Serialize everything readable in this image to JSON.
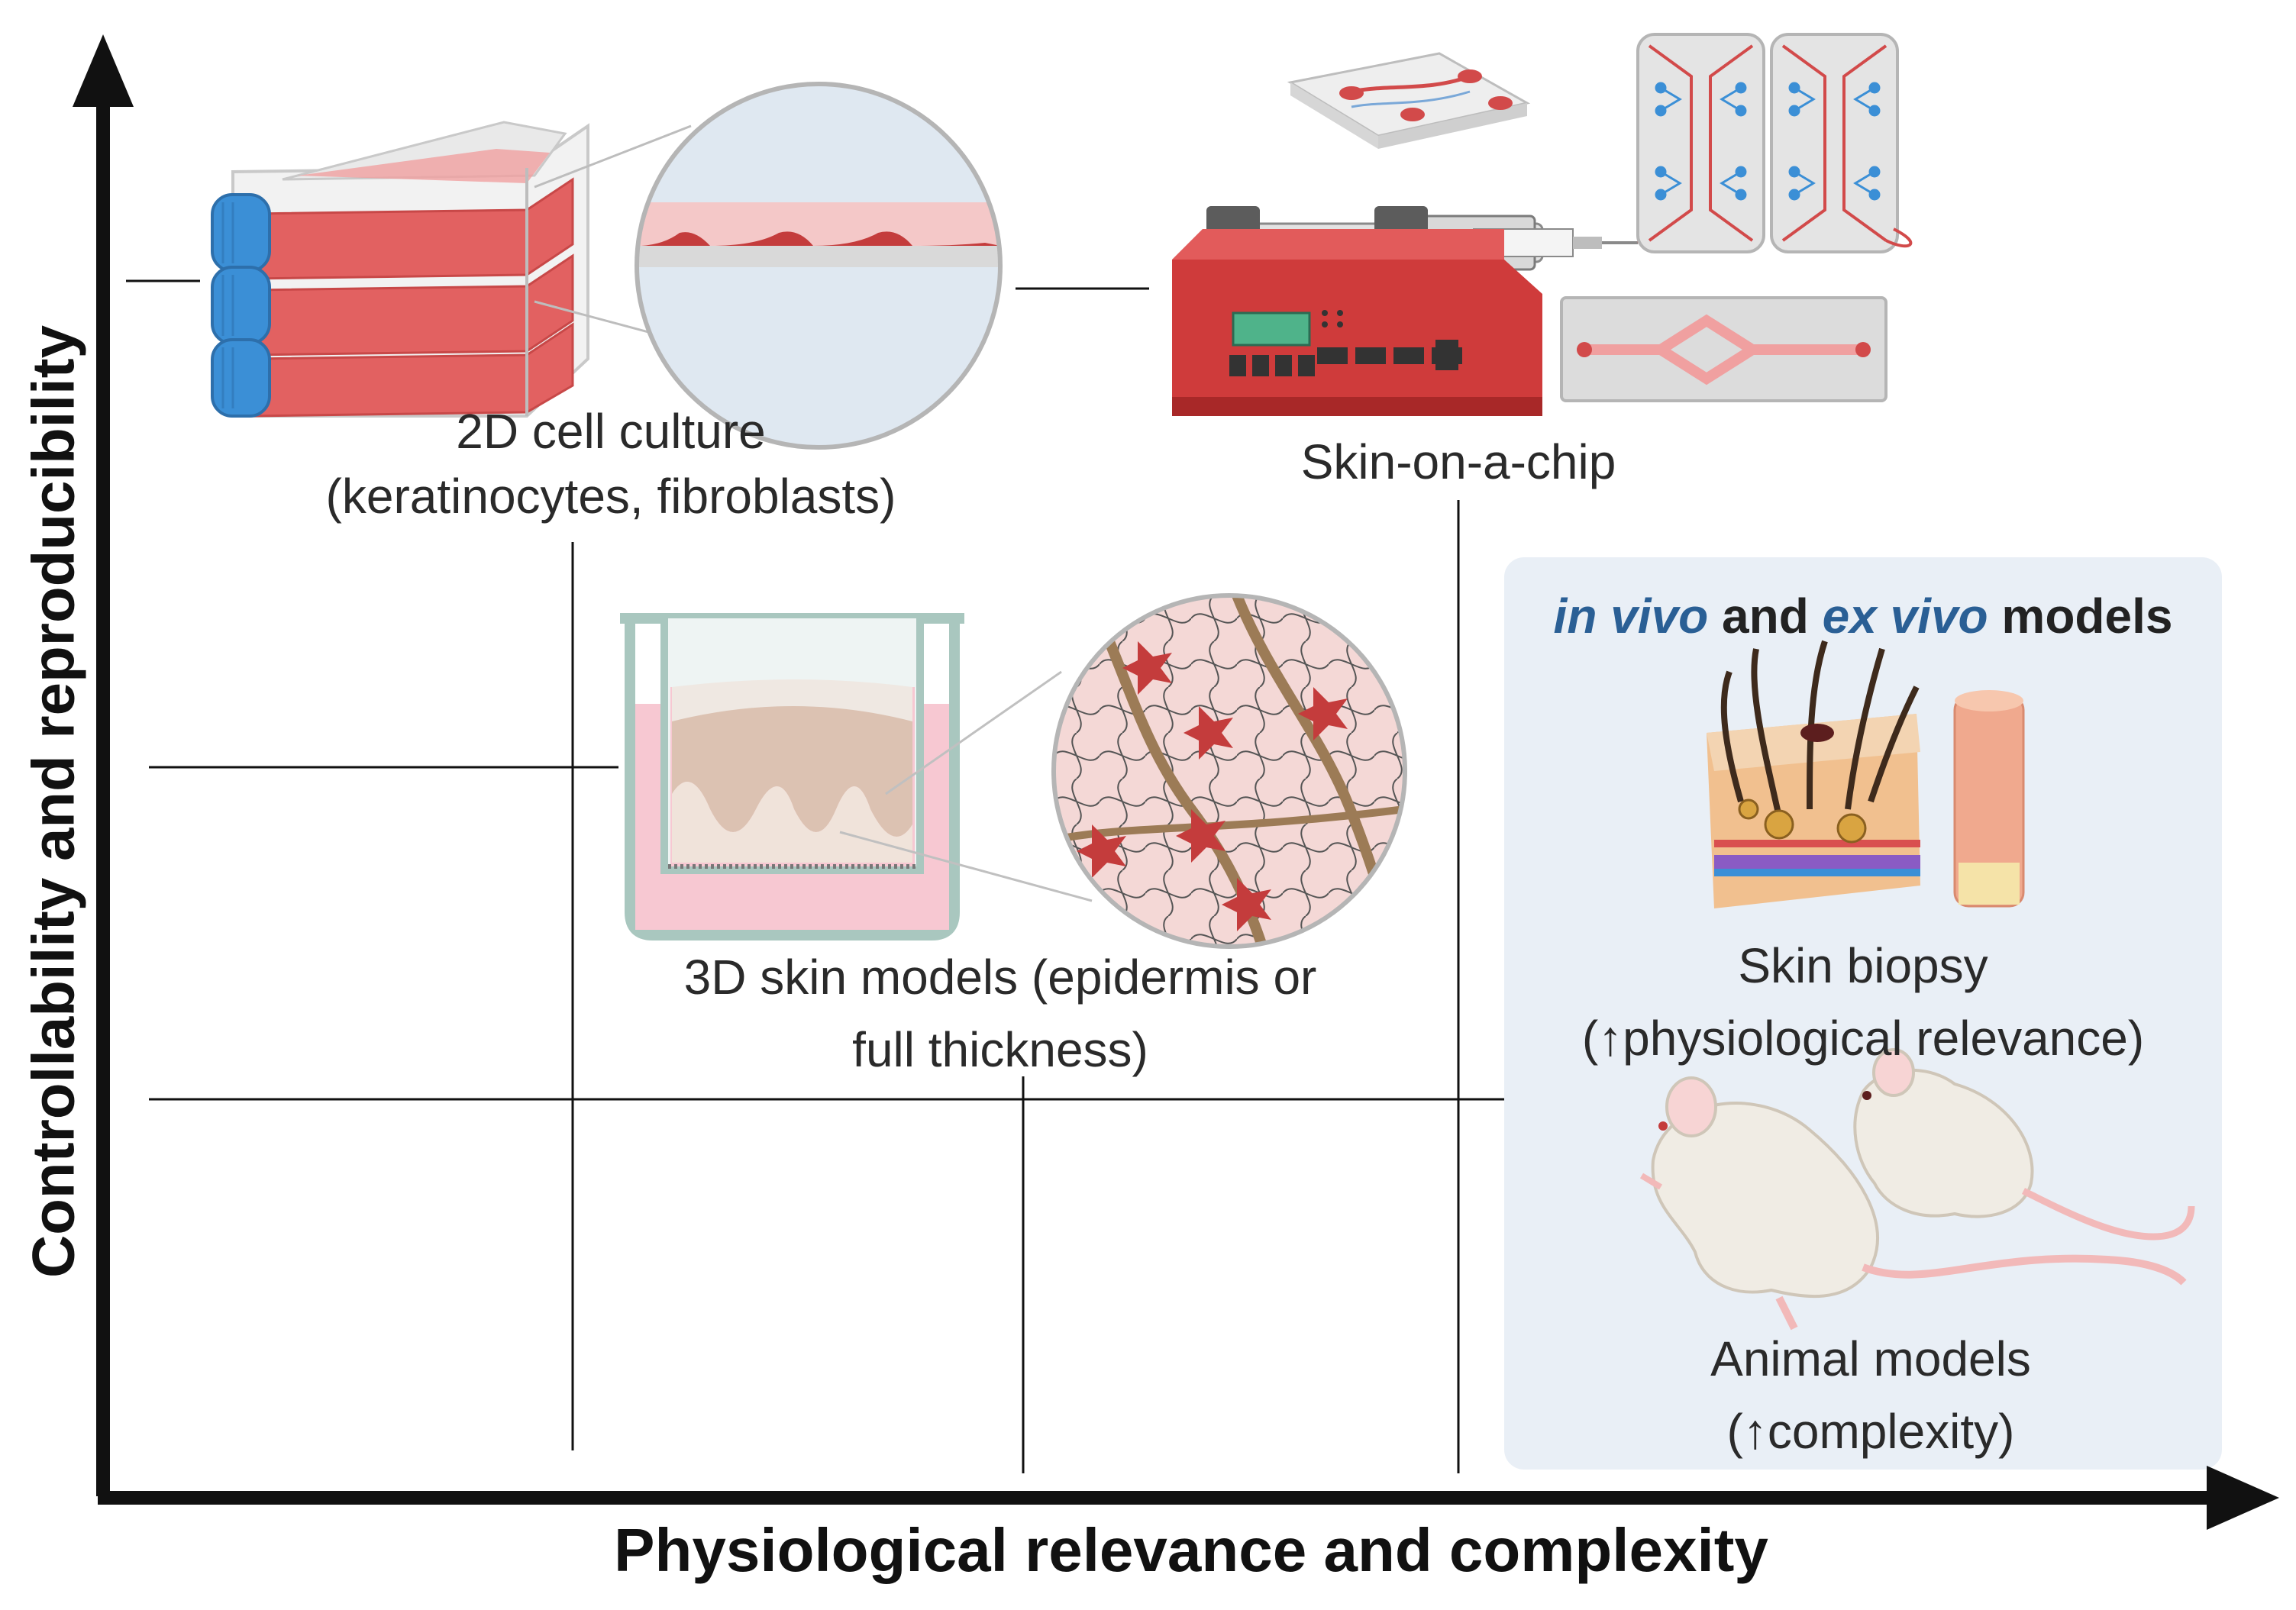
{
  "axes": {
    "x_label": "Physiological relevance and complexity",
    "y_label": "Controllability and reproducibility"
  },
  "models": {
    "cell_culture_2d": {
      "line1": "2D cell culture",
      "line2": "(keratinocytes, fibroblasts)"
    },
    "skin_on_chip": {
      "line1": "Skin-on-a-chip"
    },
    "skin_models_3d": {
      "line1": "3D skin models (epidermis or",
      "line2": "full thickness)"
    },
    "in_vivo_panel": {
      "title_part1": "in vivo",
      "title_part2": " and ",
      "title_part3": "ex vivo",
      "title_part4": " models",
      "skin_biopsy_line1": "Skin biopsy",
      "skin_biopsy_line2": "(↑physiological relevance)",
      "animal_line1": "Animal models",
      "animal_line2": "(↑complexity)"
    }
  },
  "colors": {
    "axis": "#111111",
    "panel_bg": "#e9eff6",
    "title_accent": "#2a5f95",
    "cell_red": "#e05a5a",
    "cap_blue": "#3b8fd6",
    "pump_red": "#cf3b3b",
    "skin_tan": "#e8b98a",
    "membrane_pink": "#f4c2cc"
  },
  "icons": [
    "flask-stack-icon",
    "magnifier-circle-icon",
    "syringe-pump-icon",
    "microfluidic-chip-icon",
    "transwell-insert-icon",
    "skin-section-icon",
    "biopsy-core-icon",
    "mouse-icon"
  ]
}
